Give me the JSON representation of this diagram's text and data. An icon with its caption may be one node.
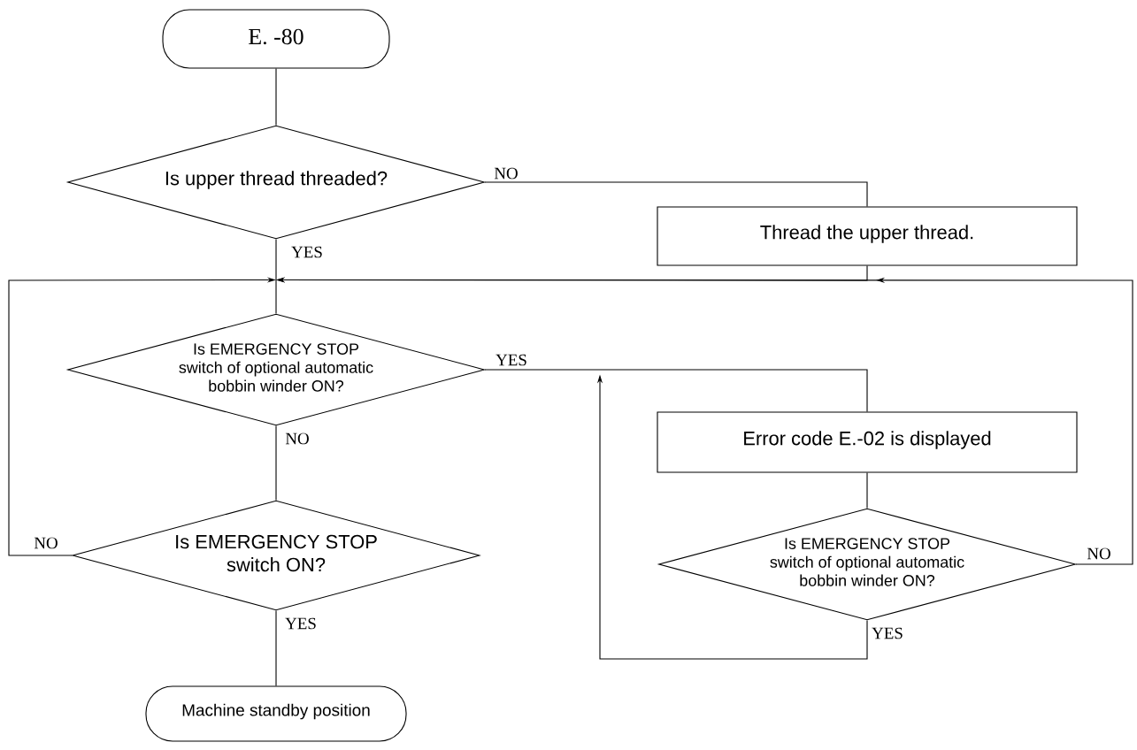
{
  "diagram": {
    "nodes": [
      {
        "text": [
          "E. -80"
        ]
      },
      {
        "text": [
          "Is upper thread threaded?"
        ]
      },
      {
        "text": [
          "Thread the upper thread."
        ]
      },
      {
        "text": [
          "Is EMERGENCY STOP switch of optional automatic bobbin winder ON?"
        ]
      },
      {
        "text": [
          "Is EMERGENCY STOP switch ON?"
        ]
      },
      {
        "text": [
          "Error code E.-02 is displayed"
        ]
      },
      {
        "text": [
          "Is EMERGENCY STOP switch of optional automatic bobbin winder ON?"
        ]
      },
      {
        "text": [
          "Machine standby position"
        ]
      }
    ],
    "edges": [
      {
        "from": 0,
        "to": 1,
        "arrow": "none"
      },
      {
        "from": 1,
        "to": 2,
        "arrow": "none",
        "label": "NO"
      },
      {
        "from": 1,
        "to": 3,
        "arrow": "none",
        "label": "YES"
      },
      {
        "from": 2,
        "to": 3,
        "arrow": "to"
      },
      {
        "from": 3,
        "to": 4,
        "arrow": "none",
        "label": "NO"
      },
      {
        "from": 3,
        "to": 5,
        "arrow": "none",
        "label": "YES"
      },
      {
        "from": 4,
        "to": 3,
        "arrow": "to",
        "label": "NO"
      },
      {
        "from": 4,
        "to": 7,
        "arrow": "none",
        "label": "YES"
      },
      {
        "from": 5,
        "to": 6,
        "arrow": "none"
      },
      {
        "from": 6,
        "to": 3,
        "arrow": "to",
        "label": "NO"
      },
      {
        "from": 6,
        "to": 5,
        "arrow": "to",
        "label": "YES"
      }
    ]
  }
}
